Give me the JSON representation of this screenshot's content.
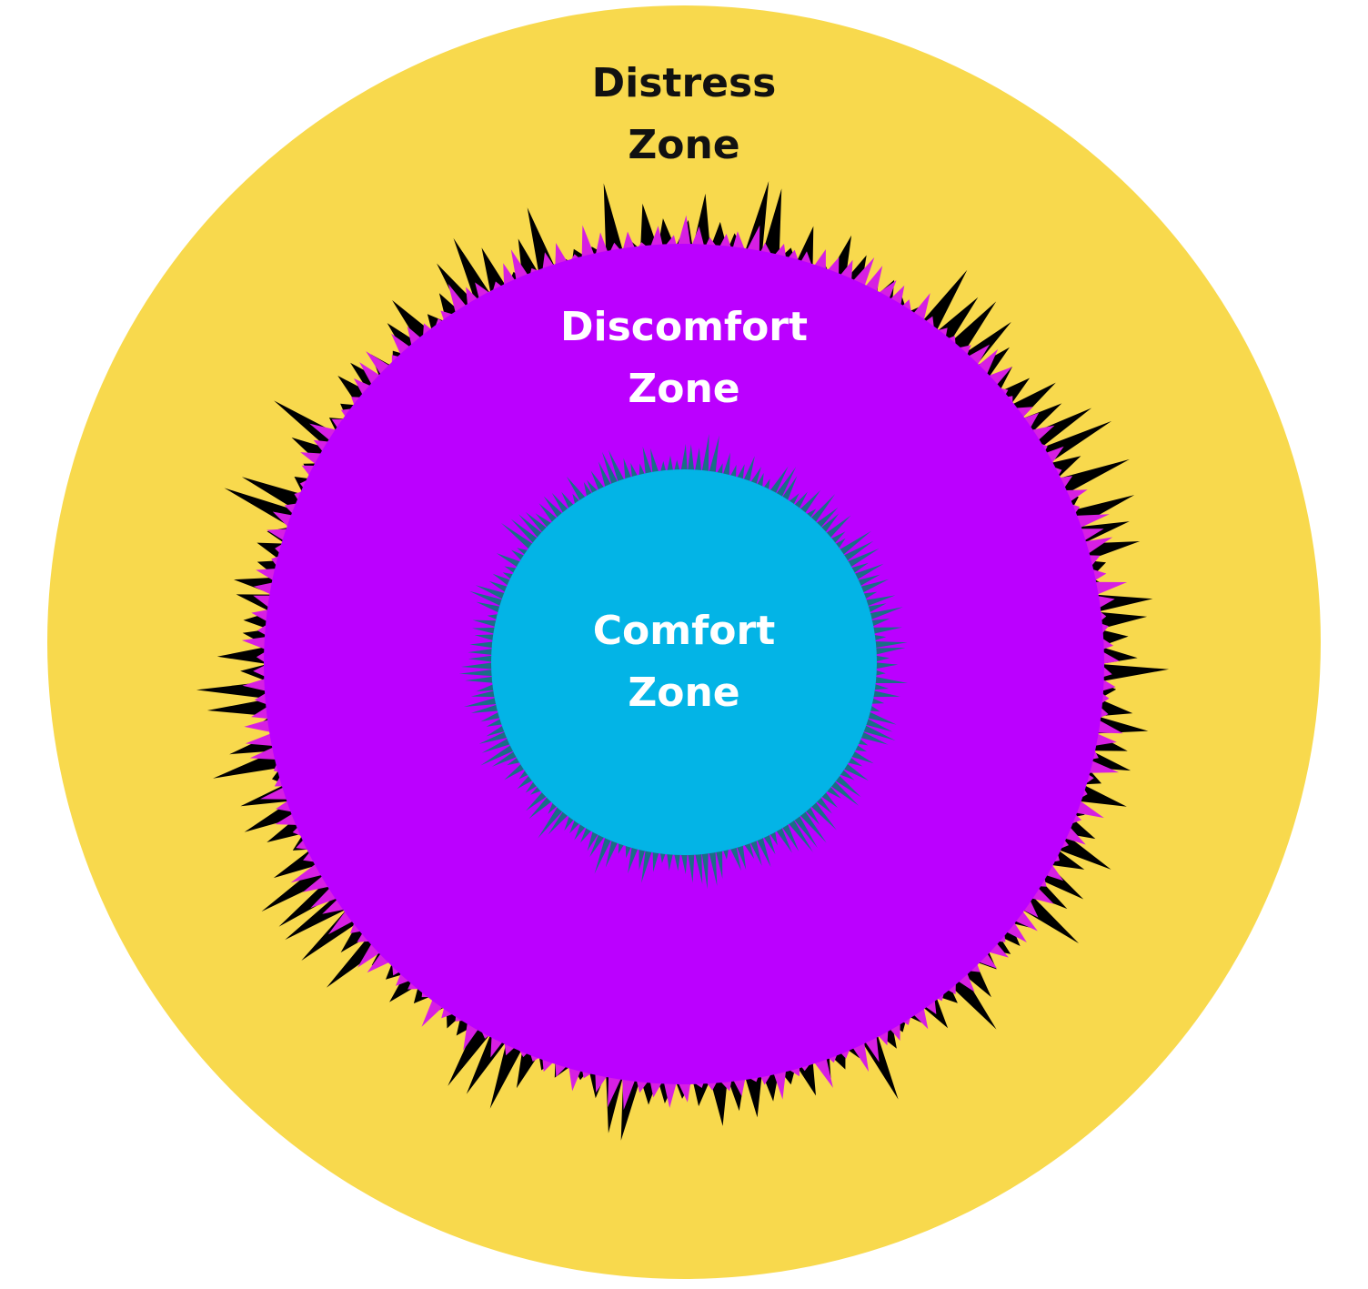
{
  "diagram": {
    "colors": {
      "background": "#ffffff",
      "distress": "#f8d94d",
      "discomfort": "#bb00ff",
      "discomfort_fringe": "#d61fe3",
      "outer_spikes": "#000000",
      "comfort": "#03b4e6",
      "comfort_fringe": "#1a6e86"
    },
    "zones": {
      "distress": {
        "line1": "Distress",
        "line2": "Zone",
        "label_color": "#111111"
      },
      "discomfort": {
        "line1": "Discomfort",
        "line2": "Zone",
        "label_color": "#ffffff"
      },
      "comfort": {
        "line1": "Comfort",
        "line2": "Zone",
        "label_color": "#ffffff"
      }
    }
  }
}
